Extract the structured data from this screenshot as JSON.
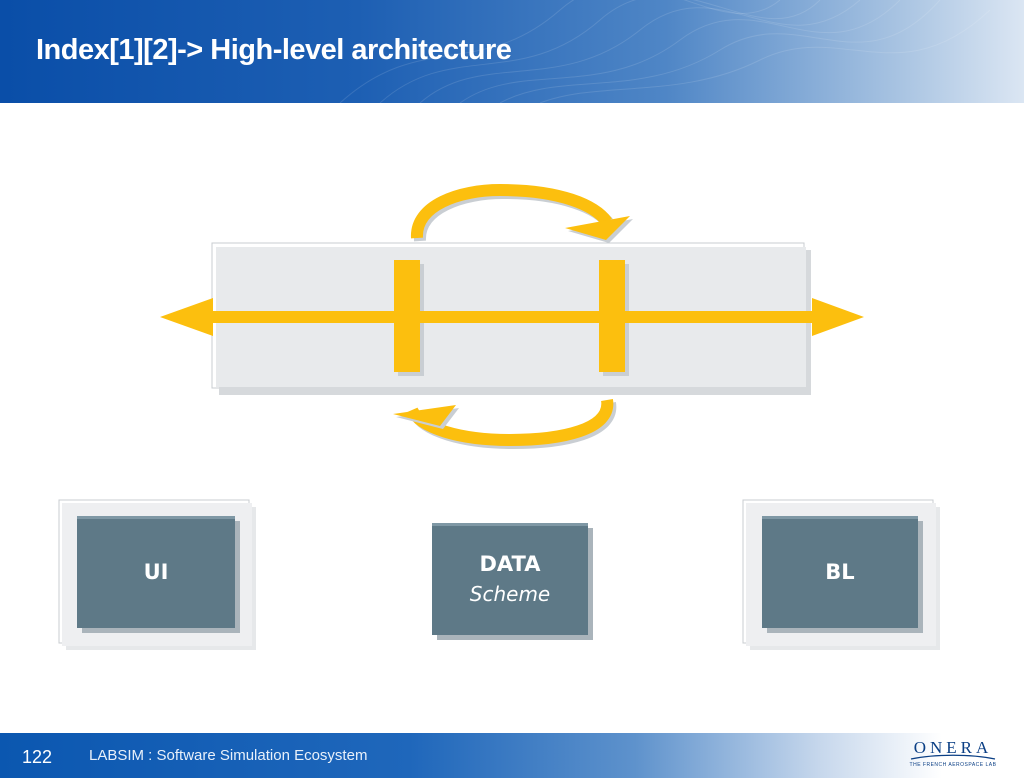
{
  "slide": {
    "title": "Index[1][2]-> High-level architecture",
    "page_number": "122",
    "footer_text": "LABSIM : Software Simulation Ecosystem"
  },
  "logo": {
    "word": "ONERA",
    "tagline": "THE FRENCH AEROSPACE LAB"
  },
  "diagram": {
    "boxes": {
      "ui": {
        "label": "UI"
      },
      "data": {
        "label": "DATA",
        "sublabel": "Scheme"
      },
      "bl": {
        "label": "BL"
      }
    }
  },
  "colors": {
    "header_blue": "#0a4ea8",
    "accent_yellow": "#fcbf0e",
    "box_slate": "#5e7987",
    "panel_gray": "#e8eaec"
  }
}
